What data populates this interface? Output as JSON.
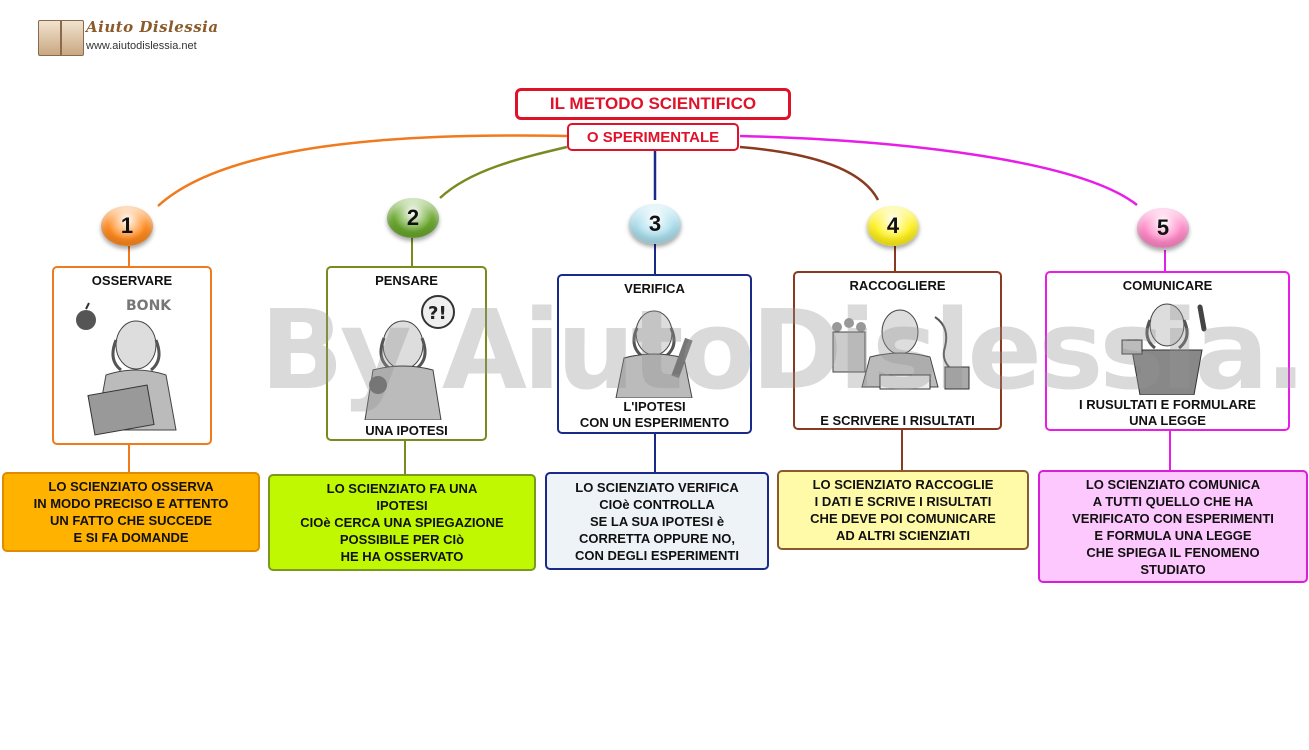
{
  "logo": {
    "title": "Aiuto Dislessia",
    "url": "www.aiutodislessia.net"
  },
  "title": "IL METODO SCIENTIFICO",
  "subtitle": "O SPERIMENTALE",
  "watermark": "By AiutoDislessia.net",
  "steps": [
    {
      "number": "1",
      "label_top": "OSSERVARE",
      "label_bottom": "",
      "color": "#f07a1e",
      "figure": "scientist-observing-figure",
      "description": "LO SCIENZIATO OSSERVA\nIN MODO PRECISO E ATTENTO\nUN FATTO CHE SUCCEDE\nE SI FA DOMANDE",
      "desc_bg": "#ffb300",
      "desc_border": "#e08a00"
    },
    {
      "number": "2",
      "label_top": "PENSARE",
      "label_bottom": "UNA IPOTESI",
      "color": "#7a8a1e",
      "figure": "scientist-thinking-figure",
      "description": "LO SCIENZIATO FA UNA\nIPOTESI\nCIOè CERCA UNA SPIEGAZIONE\nPOSSIBILE PER CIò\nHE HA OSSERVATO",
      "desc_bg": "#bff800",
      "desc_border": "#7a9a1e"
    },
    {
      "number": "3",
      "label_top": "VERIFICA",
      "label_bottom": "L'IPOTESI\nCON UN ESPERIMENTO",
      "color": "#1a2a8a",
      "figure": "scientist-experiment-figure",
      "description": "LO SCIENZIATO VERIFICA\nCIOè CONTROLLA\nSE LA SUA IPOTESI è\nCORRETTA OPPURE NO,\nCON DEGLI ESPERIMENTI",
      "desc_bg": "#eef3f8",
      "desc_border": "#1a2a8a"
    },
    {
      "number": "4",
      "label_top": "RACCOGLIERE",
      "label_bottom": "E SCRIVERE I RISULTATI",
      "color": "#8a3a1e",
      "figure": "scientist-writing-figure",
      "description": "LO SCIENZIATO RACCOGLIE\nI DATI E SCRIVE I RISULTATI\nCHE DEVE POI COMUNICARE\nAD ALTRI SCIENZIATI",
      "desc_bg": "#fffaa8",
      "desc_border": "#8a5a2e"
    },
    {
      "number": "5",
      "label_top": "COMUNICARE",
      "label_bottom": "I RUSULTATI E FORMULARE\nUNA LEGGE",
      "color": "#e81ee8",
      "figure": "scientist-speaking-figure",
      "description": "LO SCIENZIATO COMUNICA\nA TUTTI QUELLO CHE HA\nVERIFICATO CON ESPERIMENTI\nE FORMULA UNA LEGGE\nCHE SPIEGA IL FENOMENO\nSTUDIATO",
      "desc_bg": "#fdc8fd",
      "desc_border": "#d81ed8"
    }
  ],
  "ball_colors": [
    "#ff8a1e",
    "#6aa82e",
    "#aee0ee",
    "#fff21e",
    "#ff8ac8"
  ]
}
